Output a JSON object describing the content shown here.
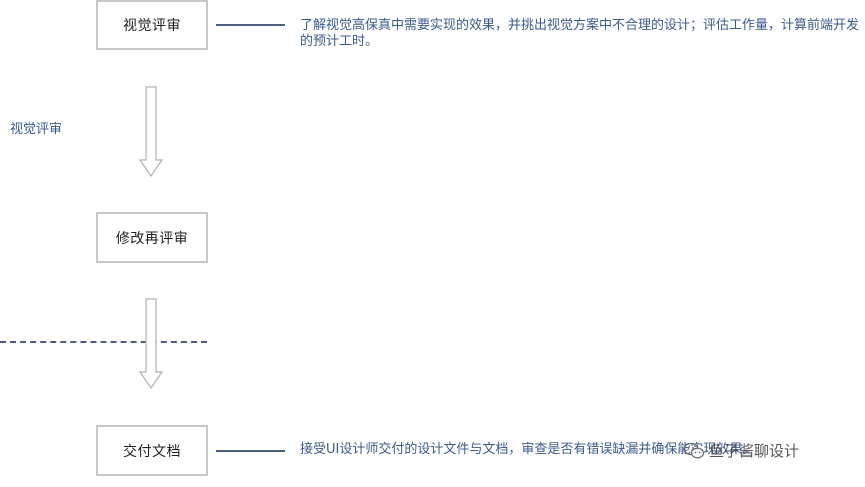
{
  "flow": {
    "step1": {
      "label": "视觉评审",
      "description": "了解视觉高保真中需要实现的效果，并挑出视觉方案中不合理的设计；评估工作量，计算前端开发的预计工时。"
    },
    "step2": {
      "label": "修改再评审"
    },
    "step3": {
      "label": "交付文档",
      "description": "接受UI设计师交付的设计文件与文档，审查是否有错误缺漏并确保能实现效果。"
    }
  },
  "side_label": "视觉评审",
  "watermark": {
    "text": "鱼子酱聊设计",
    "icon": "wechat-icon"
  },
  "colors": {
    "box_border": "#c8c8c8",
    "connector": "#4a5f82",
    "description_text": "#3a5a8c",
    "arrow_stroke": "#b0b0b0"
  }
}
